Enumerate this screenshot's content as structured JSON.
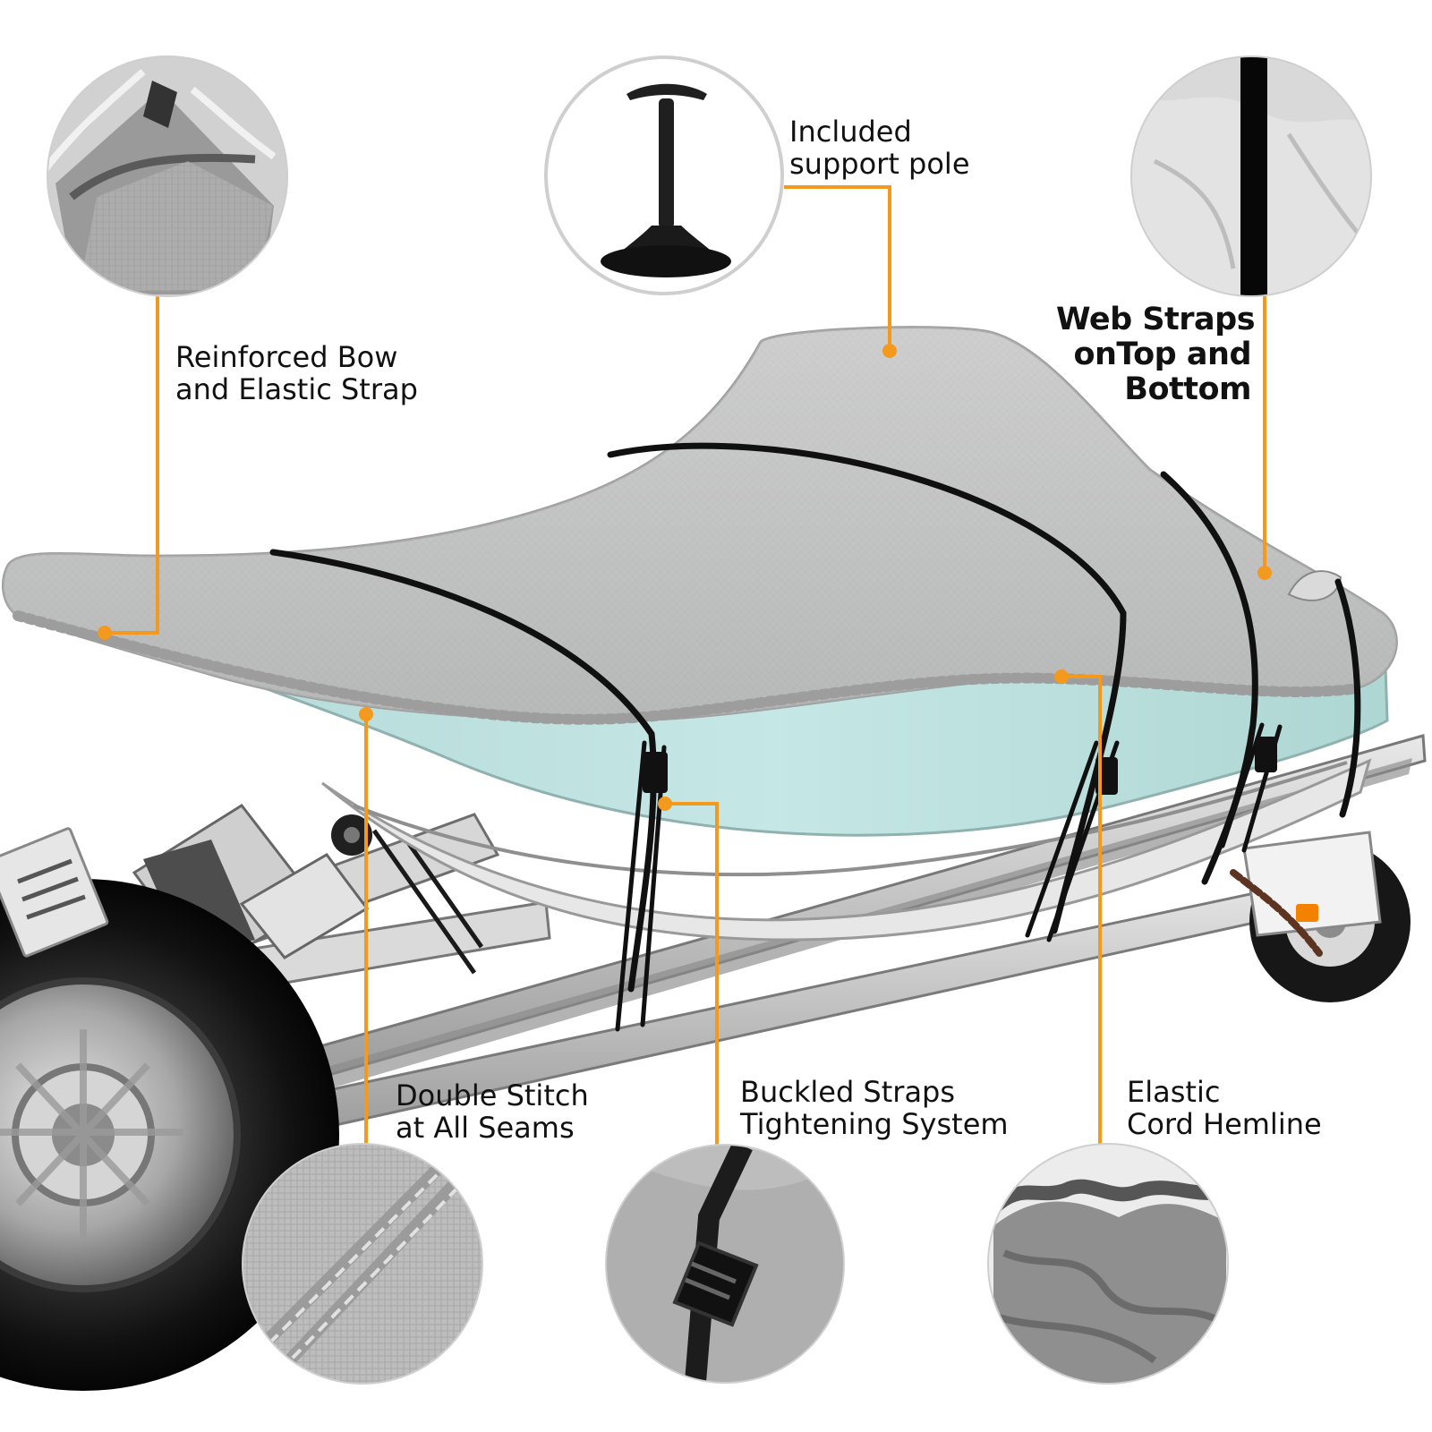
{
  "callouts": {
    "reinforced_bow": {
      "line1": "Reinforced Bow",
      "line2": "and Elastic Strap"
    },
    "support_pole": {
      "line1": "Included",
      "line2": "support pole"
    },
    "web_straps": {
      "line1": "Web Straps",
      "line2": "onTop and",
      "line3": "Bottom"
    },
    "double_stitch": {
      "line1": "Double Stitch",
      "line2": "at All Seams"
    },
    "buckled_straps": {
      "line1": "Buckled Straps",
      "line2": "Tightening System"
    },
    "elastic_cord": {
      "line1": "Elastic",
      "line2": "Cord Hemline"
    }
  },
  "colors": {
    "accent": "#f39a1e",
    "cover": "#c9c9c9",
    "hull": "#bfe0e0",
    "strap": "#111111"
  }
}
